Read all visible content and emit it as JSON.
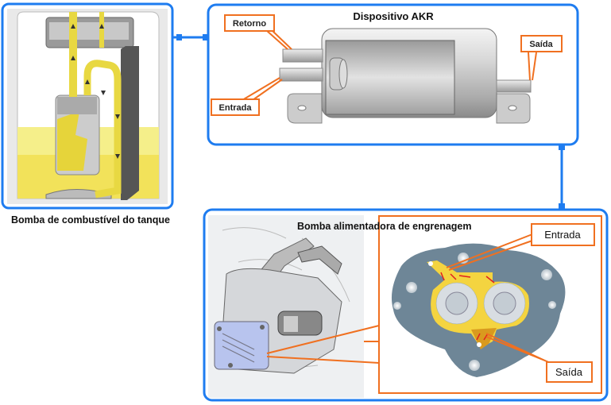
{
  "tank_pump": {
    "caption": "Bomba de combustível do tanque"
  },
  "akr_device": {
    "title": "Dispositivo AKR",
    "labels": {
      "return": "Retorno",
      "inlet": "Entrada",
      "outlet": "Saída"
    }
  },
  "gear_pump": {
    "title": "Bomba alimentadora de engrenagem",
    "labels": {
      "inlet": "Entrada",
      "outlet": "Saída"
    }
  },
  "colors": {
    "frame_blue": "#1e7cf0",
    "callout_orange": "#f07020",
    "fuel_yellow": "#f2e25a",
    "gear_plate": "#6e8697"
  }
}
